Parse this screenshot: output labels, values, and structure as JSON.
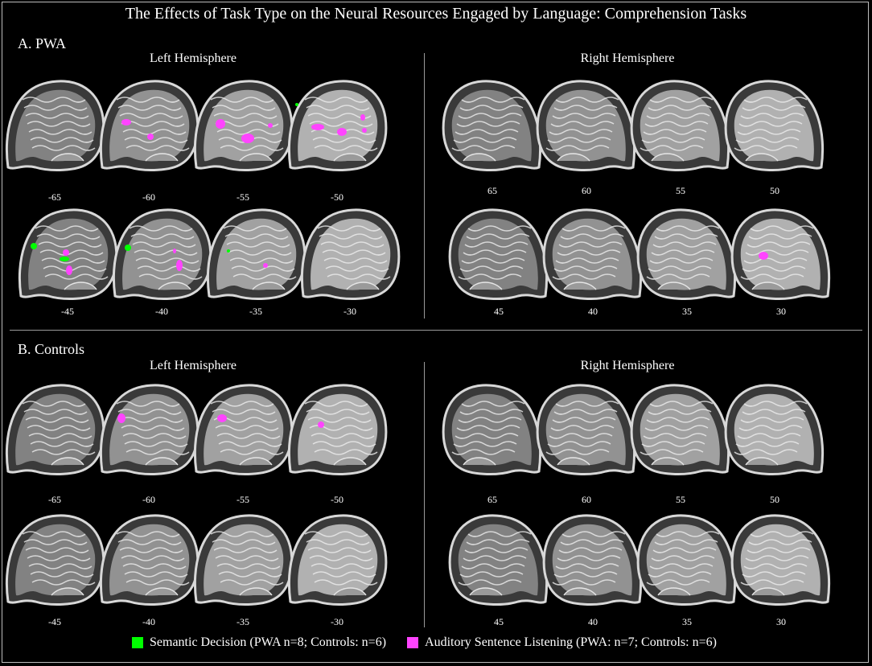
{
  "title": "The Effects of Task Type on the Neural Resources Engaged by Language: Comprehension Tasks",
  "colors": {
    "semantic": "#00ff00",
    "auditory": "#ff44ff",
    "divider": "#9a9a9a"
  },
  "panels": [
    {
      "label": "A. PWA",
      "left_label": "Left Hemisphere",
      "right_label": "Right Hemisphere",
      "left_top_slices": [
        "-65",
        "-60",
        "-55",
        "-50"
      ],
      "left_bottom_slices": [
        "-45",
        "-40",
        "-35",
        "-30"
      ],
      "right_top_slices": [
        "65",
        "60",
        "55",
        "50"
      ],
      "right_bottom_slices": [
        "45",
        "40",
        "35",
        "30"
      ]
    },
    {
      "label": "B. Controls",
      "left_label": "Left Hemisphere",
      "right_label": "Right Hemisphere",
      "left_top_slices": [
        "-65",
        "-60",
        "-55",
        "-50"
      ],
      "left_bottom_slices": [
        "-45",
        "-40",
        "-35",
        "-30"
      ],
      "right_top_slices": [
        "65",
        "60",
        "55",
        "50"
      ],
      "right_bottom_slices": [
        "45",
        "40",
        "35",
        "30"
      ]
    }
  ],
  "legend": [
    {
      "label": "Semantic Decision (PWA n=8; Controls: n=6)",
      "color": "#00ff00"
    },
    {
      "label": "Auditory Sentence Listening (PWA: n=7; Controls: n=6)",
      "color": "#ff44ff"
    }
  ]
}
